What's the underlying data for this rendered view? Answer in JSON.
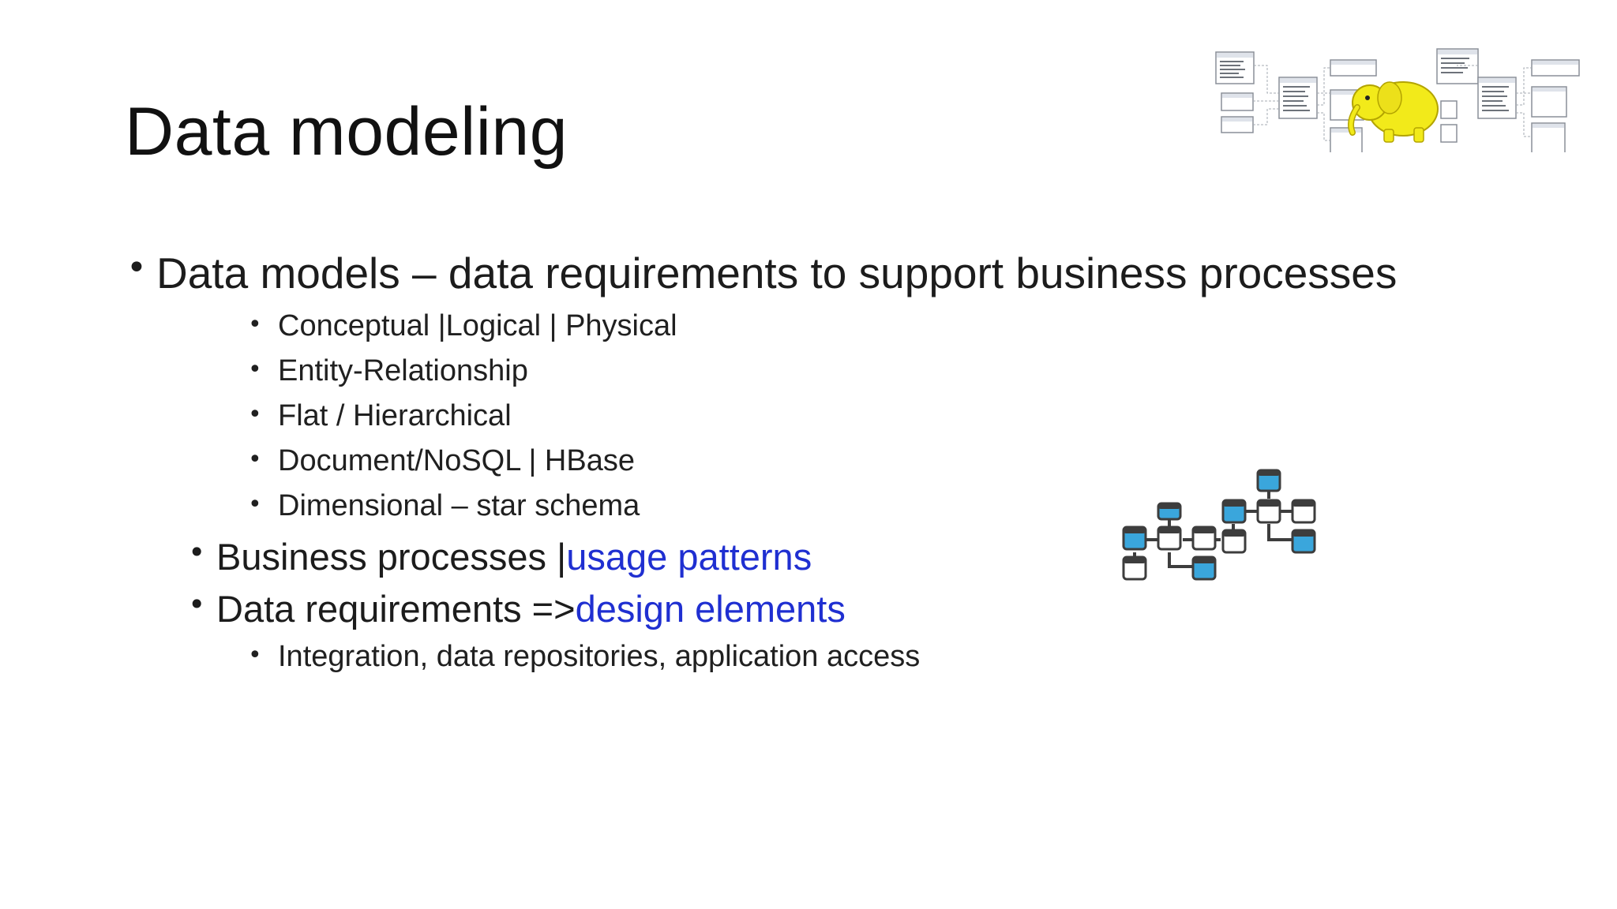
{
  "slide": {
    "title": "Data modeling",
    "bullets": {
      "b1": {
        "text": "Data models – data requirements to support business processes"
      },
      "b1a": {
        "text": "Conceptual |Logical | Physical"
      },
      "b1b": {
        "text": "Entity-Relationship"
      },
      "b1c": {
        "text": "Flat / Hierarchical"
      },
      "b1d": {
        "text": "Document/NoSQL | HBase"
      },
      "b1e": {
        "text": "Dimensional – star schema"
      },
      "b2": {
        "text": "Business processes | ",
        "accent": "usage patterns"
      },
      "b3": {
        "text": "Data requirements => ",
        "accent": "design elements"
      },
      "b3a": {
        "text": "Integration, data repositories, application access"
      }
    },
    "bullet_glyph": "•"
  },
  "colors": {
    "accent": "#1f2fd1",
    "text": "#1c1c1c",
    "node_blue": "#3aa6dc",
    "node_dark": "#4a4a4a",
    "elephant": "#f2ea1a"
  },
  "images": {
    "erd_diagram": "erd-diagram-with-elephant",
    "network": "data-network-icon"
  }
}
